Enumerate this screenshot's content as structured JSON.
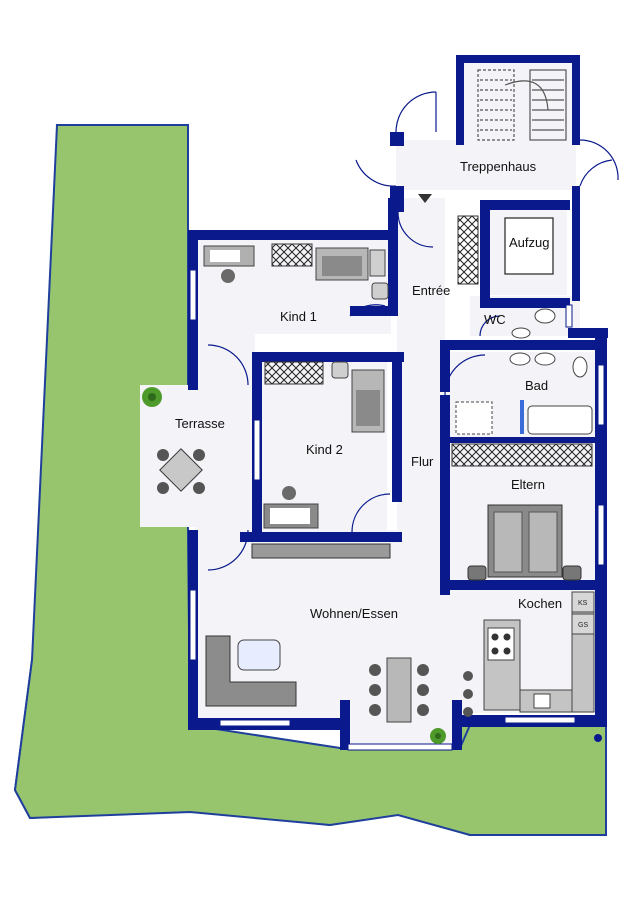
{
  "rooms": {
    "treppenhaus": "Treppenhaus",
    "aufzug": "Aufzug",
    "entree": "Entrée",
    "wc": "WC",
    "kind1": "Kind 1",
    "kind2": "Kind 2",
    "terrasse": "Terrasse",
    "flur": "Flur",
    "bad": "Bad",
    "eltern": "Eltern",
    "wohnen_essen": "Wohnen/Essen",
    "kochen": "Kochen"
  },
  "appliances": {
    "ks": "KS",
    "gs": "GS"
  },
  "colors": {
    "wall": "#0a1a8c",
    "floor": "#f4f4f8",
    "garden": "#97c56e",
    "garden_edge": "#1f3f9c",
    "furniture": "#8a8a8a",
    "furniture_dark": "#4a4a4a",
    "plant": "#4e9a2a"
  }
}
